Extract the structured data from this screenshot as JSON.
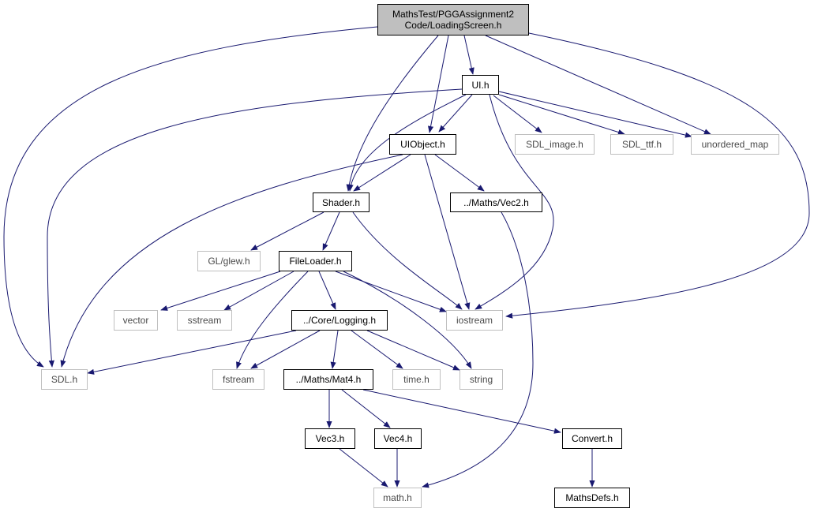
{
  "colors": {
    "edge": "#191970",
    "root_fill": "#bfbfbf",
    "external_border": "#bfbfbf",
    "node_border": "#000000"
  },
  "nodes": {
    "root": "MathsTest/PGGAssignment2\nCode/LoadingScreen.h",
    "ui": "UI.h",
    "uiobject": "UIObject.h",
    "sdl_image": "SDL_image.h",
    "sdl_ttf": "SDL_ttf.h",
    "unordered_map": "unordered_map",
    "shader": "Shader.h",
    "vec2": "../Maths/Vec2.h",
    "glew": "GL/glew.h",
    "fileloader": "FileLoader.h",
    "vector": "vector",
    "sstream": "sstream",
    "iostream": "iostream",
    "logging": "../Core/Logging.h",
    "sdl": "SDL.h",
    "fstream": "fstream",
    "mat4": "../Maths/Mat4.h",
    "time": "time.h",
    "string": "string",
    "vec3": "Vec3.h",
    "vec4": "Vec4.h",
    "convert": "Convert.h",
    "math": "math.h",
    "mathsdefs": "MathsDefs.h"
  }
}
